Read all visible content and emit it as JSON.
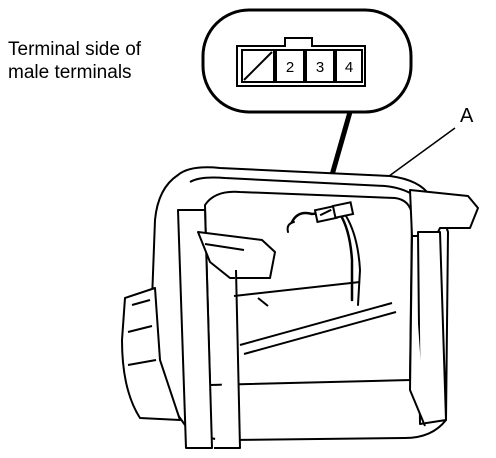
{
  "diagram": {
    "caption_lines": [
      "Terminal side of",
      "male terminals"
    ],
    "connector": {
      "terminals": [
        {
          "label": "",
          "symbol": "diagonal-slash"
        },
        {
          "label": "2"
        },
        {
          "label": "3"
        },
        {
          "label": "4"
        }
      ]
    },
    "callout_label": "A",
    "line_color": "#000000",
    "background_color": "#ffffff"
  }
}
